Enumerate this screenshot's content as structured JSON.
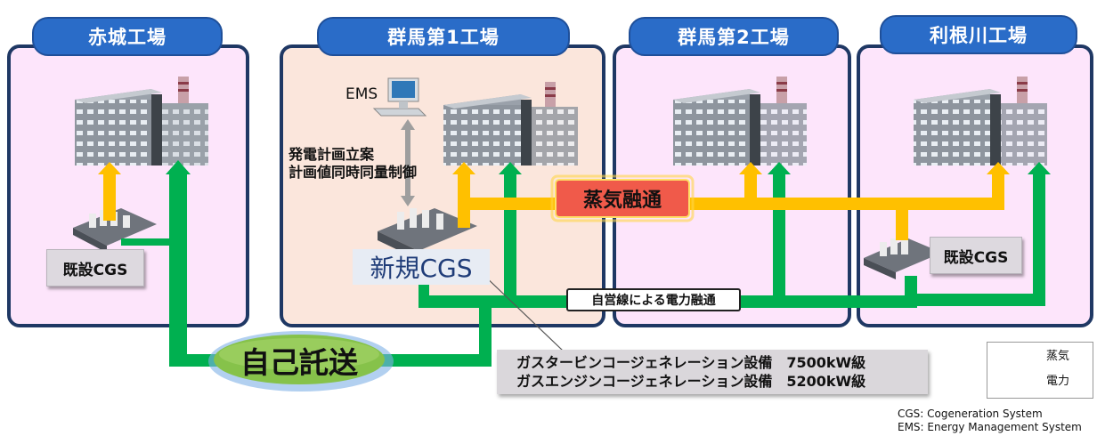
{
  "plants": [
    {
      "name": "赤城工場"
    },
    {
      "name": "群馬第1工場"
    },
    {
      "name": "群馬第2工場"
    },
    {
      "name": "利根川工場"
    }
  ],
  "ems_label": "EMS",
  "control_text_1": "発電計画立案",
  "control_text_2": "計画値同時同量制御",
  "existing_cgs_1": "既設CGS",
  "existing_cgs_2": "既設CGS",
  "new_cgs": "新規CGS",
  "steam_interchange": "蒸気融通",
  "private_line": "自営線による電力融通",
  "self_wheeling": "自己託送",
  "spec_line_1": "ガスタービンコージェネレーション設備　7500kW級",
  "spec_line_2": "ガスエンジンコージェネレーション設備　5200kW級",
  "legend": {
    "steam": "蒸気",
    "power": "電力"
  },
  "footnote_1": "CGS: Cogeneration System",
  "footnote_2": "EMS: Energy  Management  System",
  "colors": {
    "steam": "#ffc000",
    "power": "#00b050",
    "tab": "#2a6cc8",
    "border": "#1f3864",
    "pink": "#fde5fb",
    "peach": "#fbe6dc"
  }
}
